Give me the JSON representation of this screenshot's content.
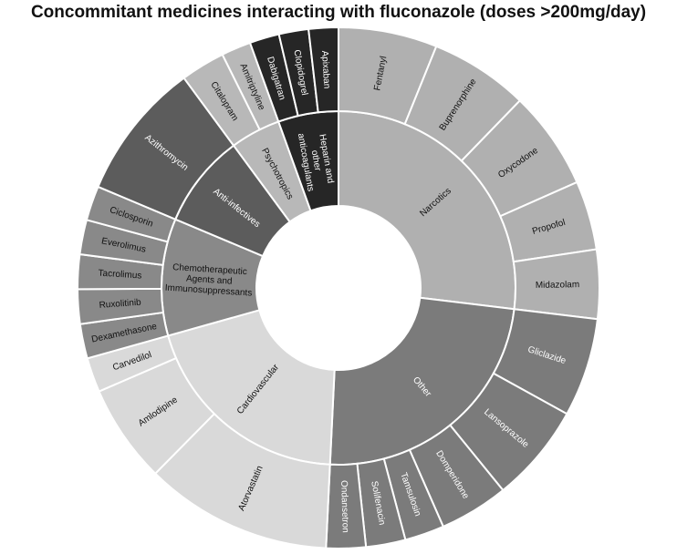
{
  "chart_data": {
    "type": "sunburst",
    "title": "Concommitant medicines interacting with fluconazole (doses >200mg/day)",
    "categories": [
      {
        "name": "Narcotics",
        "color": "#b0b0b0",
        "children": [
          {
            "name": "Fentanyl",
            "value": 1
          },
          {
            "name": "Buprenorphine",
            "value": 1
          },
          {
            "name": "Oxycodone",
            "value": 1
          },
          {
            "name": "Propofol",
            "value": 0.7
          },
          {
            "name": "Midazolam",
            "value": 0.7
          }
        ]
      },
      {
        "name": "Other",
        "color": "#7b7b7b",
        "children": [
          {
            "name": "Gliclazide",
            "value": 1
          },
          {
            "name": "Lansoprazole",
            "value": 1
          },
          {
            "name": "Domperidone",
            "value": 0.7
          },
          {
            "name": "Tamsulosin",
            "value": 0.4
          },
          {
            "name": "Solifenacin",
            "value": 0.4
          },
          {
            "name": "Ondansetron",
            "value": 0.4
          }
        ]
      },
      {
        "name": "Cardiovascular",
        "color": "#d9d9d9",
        "children": [
          {
            "name": "Atorvastatin",
            "value": 1.9
          },
          {
            "name": "Amlodipine",
            "value": 1
          },
          {
            "name": "Carvedilol",
            "value": 0.35
          }
        ]
      },
      {
        "name": "Chemotherapeutic Agents and Immunosuppressants",
        "color": "#898989",
        "children": [
          {
            "name": "Dexamethasone",
            "value": 0.35
          },
          {
            "name": "Ruxolitinib",
            "value": 0.35
          },
          {
            "name": "Tacrolimus",
            "value": 0.35
          },
          {
            "name": "Everolimus",
            "value": 0.35
          },
          {
            "name": "Ciclosporin",
            "value": 0.35
          }
        ]
      },
      {
        "name": "Anti-infectives",
        "color": "#5c5c5c",
        "children": [
          {
            "name": "Azithromycin",
            "value": 1.4
          }
        ]
      },
      {
        "name": "Psychotropics",
        "color": "#b8b8b8",
        "children": [
          {
            "name": "Citalopram",
            "value": 0.45
          },
          {
            "name": "Amitriptyline",
            "value": 0.3
          }
        ]
      },
      {
        "name": "Heparin and other anticoagulants",
        "color": "#262626",
        "children": [
          {
            "name": "Dabigatran",
            "value": 0.3
          },
          {
            "name": "Clopidogrel",
            "value": 0.3
          },
          {
            "name": "Apixaban",
            "value": 0.3
          }
        ]
      }
    ]
  }
}
